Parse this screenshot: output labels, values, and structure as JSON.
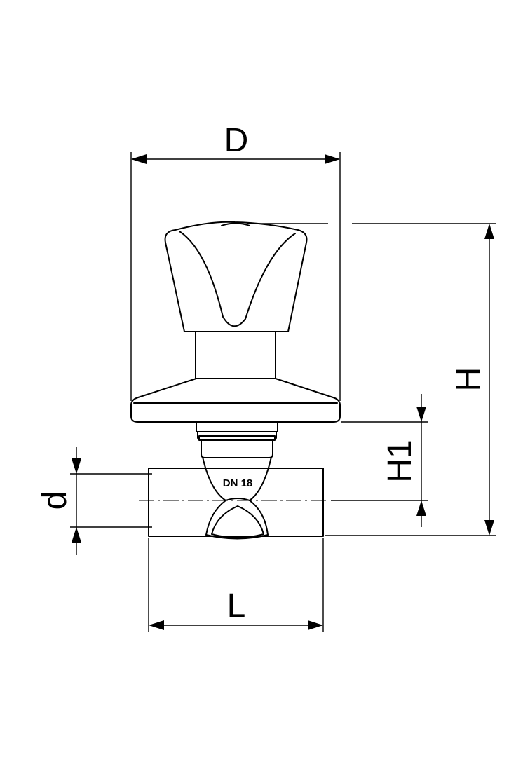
{
  "dimensions": {
    "D": "D",
    "H": "H",
    "H1": "H1",
    "d": "d",
    "L": "L"
  },
  "body_marking": "DN 18"
}
